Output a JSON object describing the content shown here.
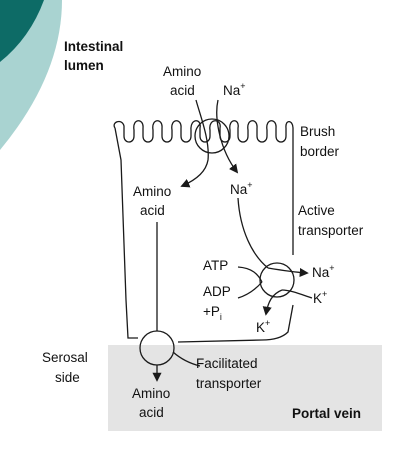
{
  "labels": {
    "intestinal_lumen_1": "Intestinal",
    "intestinal_lumen_2": "lumen",
    "amino_top_1": "Amino",
    "amino_top_2": "acid",
    "na_top": "Na",
    "plus": "+",
    "brush_1": "Brush",
    "brush_2": "border",
    "amino_mid_1": "Amino",
    "amino_mid_2": "acid",
    "na_mid": "Na",
    "active_1": "Active",
    "active_2": "transporter",
    "atp": "ATP",
    "adp": "ADP",
    "pi_prefix": "+P",
    "pi_sub": "i",
    "na_out": "Na",
    "k_right": "K",
    "k_bottom": "K",
    "serosal_1": "Serosal",
    "serosal_2": "side",
    "facilitated_1": "Facilitated",
    "facilitated_2": "transporter",
    "amino_bottom_1": "Amino",
    "amino_bottom_2": "acid",
    "portal_vein": "Portal vein"
  },
  "colors": {
    "corner_dark": "#0d6b66",
    "corner_light": "#a9d3d1",
    "portal_fill": "#e4e4e4",
    "line": "#1a1a1a"
  }
}
